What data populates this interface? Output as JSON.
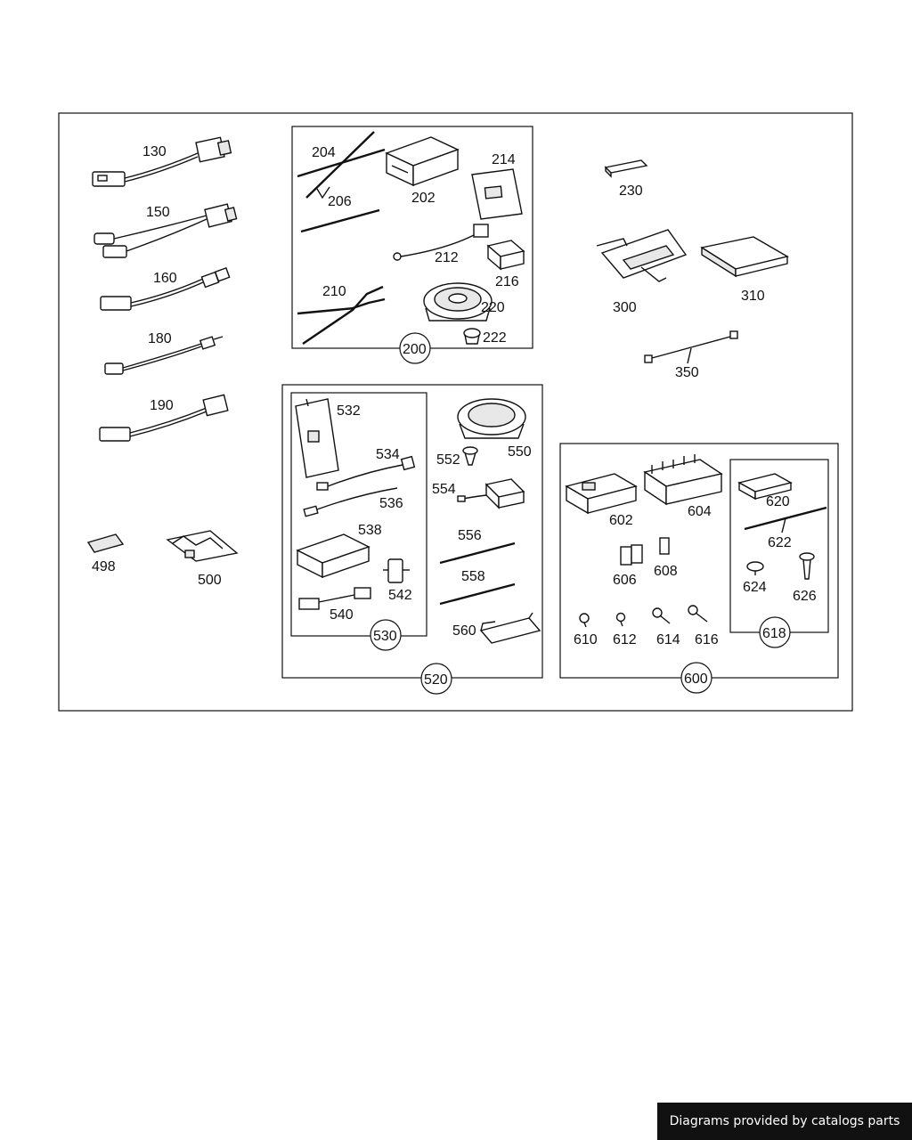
{
  "footer": {
    "credit": "Diagrams provided by catalogs parts"
  },
  "groups": {
    "g200": "200",
    "g520": "520",
    "g530": "530",
    "g600": "600",
    "g618": "618"
  },
  "parts": {
    "p130": "130",
    "p150": "150",
    "p160": "160",
    "p180": "180",
    "p190": "190",
    "p498": "498",
    "p500": "500",
    "p202": "202",
    "p204": "204",
    "p206": "206",
    "p210": "210",
    "p212": "212",
    "p214": "214",
    "p216": "216",
    "p220": "220",
    "p222": "222",
    "p230": "230",
    "p300": "300",
    "p310": "310",
    "p350": "350",
    "p532": "532",
    "p534": "534",
    "p536": "536",
    "p538": "538",
    "p540": "540",
    "p542": "542",
    "p550": "550",
    "p552": "552",
    "p554": "554",
    "p556": "556",
    "p558": "558",
    "p560": "560",
    "p602": "602",
    "p604": "604",
    "p606": "606",
    "p608": "608",
    "p610": "610",
    "p612": "612",
    "p614": "614",
    "p616": "616",
    "p620": "620",
    "p622": "622",
    "p624": "624",
    "p626": "626"
  }
}
